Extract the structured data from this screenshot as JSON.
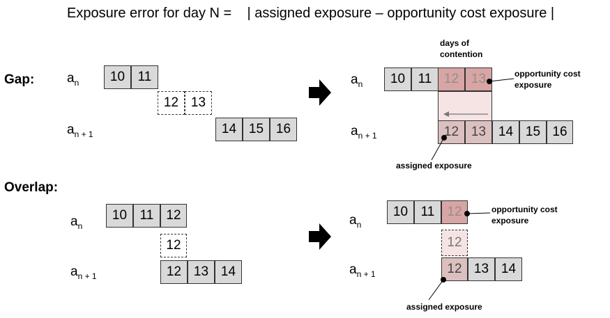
{
  "title": "Exposure error for day N =    | assigned exposure – opportunity cost exposure |",
  "gap": {
    "label": "Gap:",
    "left": {
      "a_n": {
        "base": "a",
        "sub": "n"
      },
      "a_n1": {
        "base": "a",
        "sub": "n + 1"
      },
      "row_n": [
        "10",
        "11"
      ],
      "row_gap": [
        "12",
        "13"
      ],
      "row_n1": [
        "14",
        "15",
        "16"
      ]
    },
    "right": {
      "a_n": {
        "base": "a",
        "sub": "n"
      },
      "a_n1": {
        "base": "a",
        "sub": "n + 1"
      },
      "row_n": [
        "10",
        "11",
        "12",
        "13"
      ],
      "row_n1": [
        "12",
        "13",
        "14",
        "15",
        "16"
      ],
      "days_of_contention": "days of\ncontention",
      "opportunity_cost": "opportunity cost\nexposure",
      "assigned": "assigned exposure"
    }
  },
  "overlap": {
    "label": "Overlap:",
    "left": {
      "a_n": {
        "base": "a",
        "sub": "n"
      },
      "a_n1": {
        "base": "a",
        "sub": "n + 1"
      },
      "row_n": [
        "10",
        "11",
        "12"
      ],
      "row_mid": [
        "12"
      ],
      "row_n1": [
        "12",
        "13",
        "14"
      ]
    },
    "right": {
      "a_n": {
        "base": "a",
        "sub": "n"
      },
      "a_n1": {
        "base": "a",
        "sub": "n + 1"
      },
      "row_n": [
        "10",
        "11",
        "12"
      ],
      "row_mid": [
        "12"
      ],
      "row_n1": [
        "12",
        "13",
        "14"
      ],
      "opportunity_cost": "opportunity cost\nexposure",
      "assigned": "assigned exposure"
    }
  },
  "colors": {
    "cell_fill": "#d9d9d9",
    "contention_dark": "#d8a5a5",
    "contention_mid": "#dcc0c0",
    "contention_light": "#f6e4e4"
  }
}
